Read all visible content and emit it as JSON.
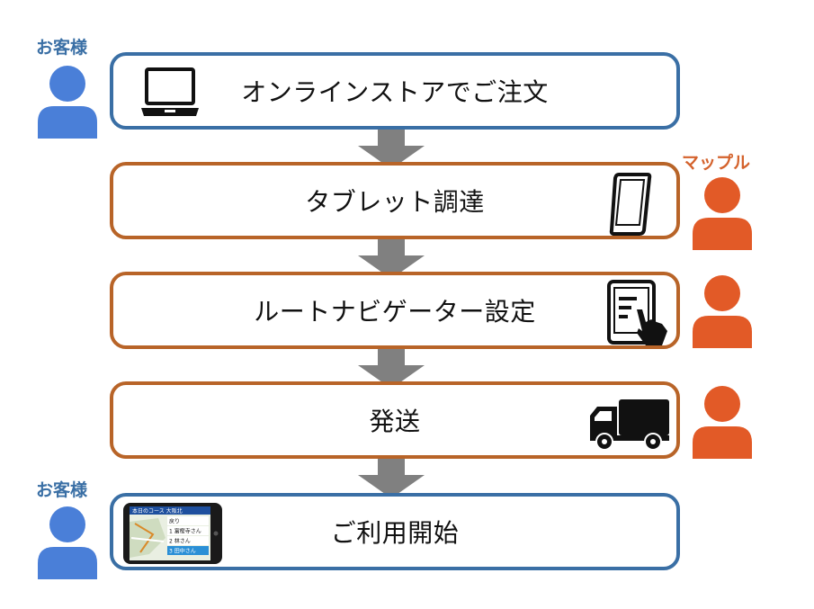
{
  "actors": {
    "customer": {
      "label": "お客様",
      "color": "#3a6fa5"
    },
    "mapple": {
      "label": "マップル",
      "color": "#d4622c"
    }
  },
  "colors": {
    "customer_person": "#4a7fd8",
    "mapple_person": "#e25a27",
    "customer_border": "#3a6fa5",
    "mapple_border": "#b86428",
    "arrow": "#808080"
  },
  "steps": [
    {
      "label": "オンラインストアでご注文",
      "actor": "customer",
      "icon": "laptop-icon"
    },
    {
      "label": "タブレット調達",
      "actor": "mapple",
      "icon": "tablet-icon"
    },
    {
      "label": "ルートナビゲーター設定",
      "actor": "mapple",
      "icon": "tablet-touch-icon"
    },
    {
      "label": "発送",
      "actor": "mapple",
      "icon": "truck-icon"
    },
    {
      "label": "ご利用開始",
      "actor": "customer",
      "icon": "navigator-tablet-image"
    }
  ],
  "tablet_screen": {
    "header": "本日のコース 大阪北",
    "rows": [
      "戻り",
      "1 富樫寺さん",
      "2 林さん",
      "3 田中さん"
    ]
  }
}
